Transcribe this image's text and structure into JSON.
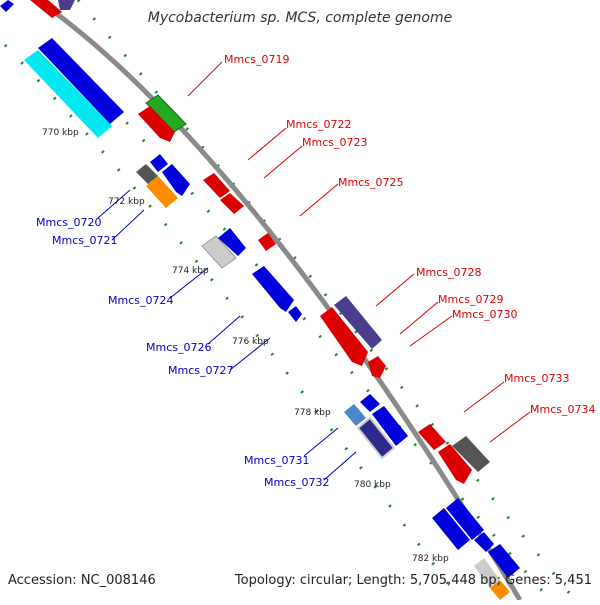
{
  "title": "Mycobacterium sp. MCS, complete genome",
  "footer": {
    "accession": "Accession: NC_008146",
    "summary": "Topology: circular; Length: 5,705,448 bp; Genes: 5,451"
  },
  "colors": {
    "backbone": "#8a8a8a",
    "dots": "#1a8a1a",
    "label_red": "#dd0000",
    "label_blue": "#0000cc"
  },
  "ticks": [
    "770 kbp",
    "772 kbp",
    "774 kbp",
    "776 kbp",
    "778 kbp",
    "780 kbp",
    "782 kbp"
  ],
  "labels": [
    "Mmcs_0719",
    "Mmcs_0722",
    "Mmcs_0723",
    "Mmcs_0725",
    "Mmcs_0728",
    "Mmcs_0729",
    "Mmcs_0730",
    "Mmcs_0733",
    "Mmcs_0734",
    "Mmcs_0720",
    "Mmcs_0721",
    "Mmcs_0724",
    "Mmcs_0726",
    "Mmcs_0727",
    "Mmcs_0731",
    "Mmcs_0732"
  ]
}
